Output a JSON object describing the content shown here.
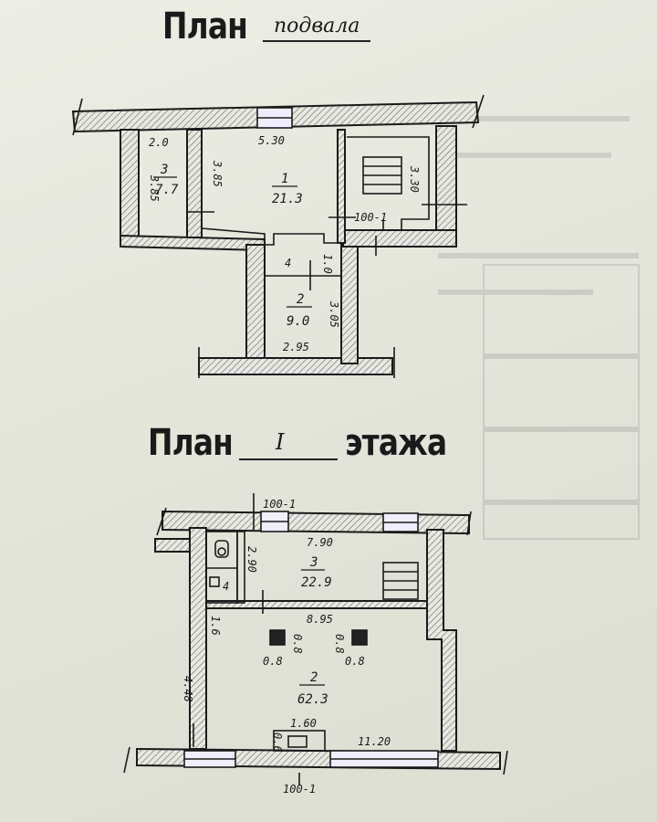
{
  "basement": {
    "title_word": "План",
    "title_handwritten": "подвала",
    "rooms": [
      {
        "number": "1",
        "area": "21.3"
      },
      {
        "number": "2",
        "area": "9.0"
      },
      {
        "number": "3",
        "area": "7.7"
      }
    ],
    "dimensions": {
      "d_530": "5.30",
      "d_20": "2.0",
      "d_385a": "3.85",
      "d_385b": "3.85",
      "d_330": "3.30",
      "d_4": "4",
      "d_10": "1.0",
      "d_305": "3.05",
      "d_295": "2.95"
    },
    "scale_mark": "100-1"
  },
  "first_floor": {
    "title_word": "План",
    "title_number": "I",
    "title_suffix": "этажа",
    "rooms": [
      {
        "number": "2",
        "area": "62.3"
      },
      {
        "number": "3",
        "area": "22.9"
      },
      {
        "number": "4",
        "area": ""
      }
    ],
    "dimensions": {
      "d_790": "7.90",
      "d_290": "2.90",
      "d_895": "8.95",
      "d_16": "1.6",
      "col_a": "0.8",
      "col_b": "0.8",
      "col_c": "0.8",
      "col_d": "0.8",
      "d_448": "4.48",
      "d_160": "1.60",
      "d_06": "0.6",
      "d_1120": "11.20"
    },
    "scale_top": "100-1",
    "scale_bottom": "100-1"
  }
}
